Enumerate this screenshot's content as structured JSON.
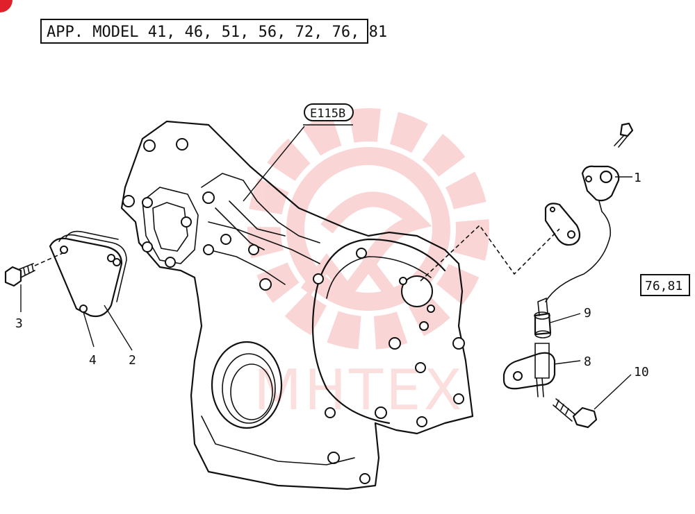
{
  "header": {
    "applicable_models": "APP. MODEL  41, 46, 51, 56, 72, 76, 81"
  },
  "reference": {
    "tag": "E115B"
  },
  "variant_note": {
    "models": "76,81"
  },
  "callouts": {
    "item_1": "1",
    "item_2": "2",
    "item_3": "3",
    "item_4": "4",
    "item_8": "8",
    "item_9": "9",
    "item_10": "10"
  },
  "watermark": {
    "text": "MHTEX",
    "color": "#f08080"
  },
  "colors": {
    "line": "#111111",
    "background": "#ffffff",
    "badge": "#e0202a"
  }
}
